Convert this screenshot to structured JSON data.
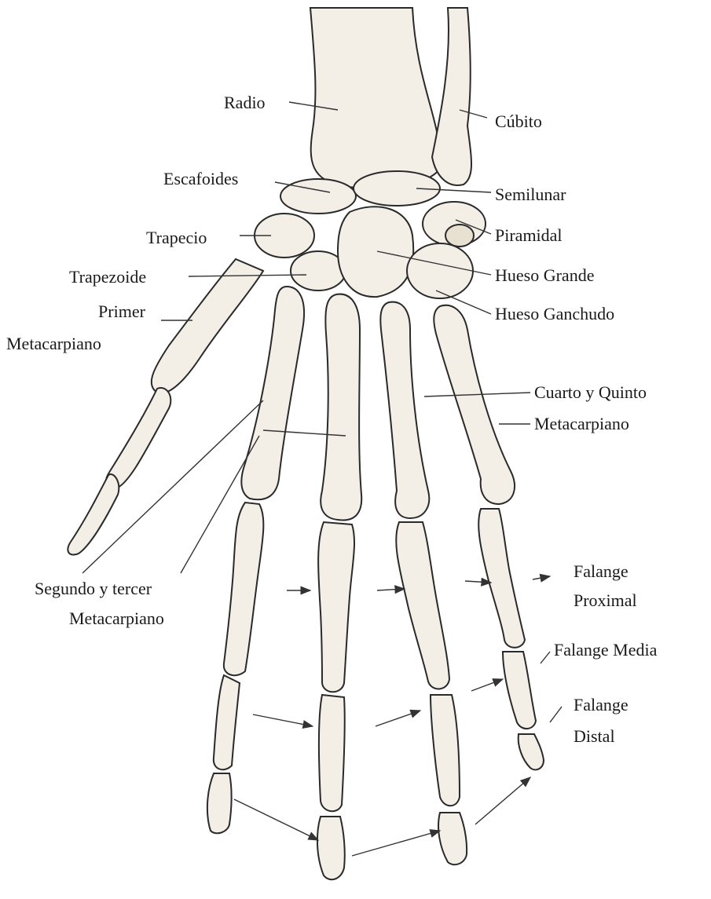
{
  "labels": {
    "radio": "Radio",
    "cubito": "Cúbito",
    "escafoides": "Escafoides",
    "semilunar": "Semilunar",
    "trapecio": "Trapecio",
    "piramidal": "Piramidal",
    "trapezoide": "Trapezoide",
    "hueso_grande": "Hueso Grande",
    "primer_1": "Primer",
    "primer_2": "Metacarpiano",
    "hueso_ganchudo": "Hueso Ganchudo",
    "cuarto_1": "Cuarto y Quinto",
    "cuarto_2": "Metacarpiano",
    "segundo_1": "Segundo y tercer",
    "segundo_2": "Metacarpiano",
    "prox_1": "Falange",
    "prox_2": "Proximal",
    "media": "Falange Media",
    "distal_1": "Falange",
    "distal_2": "Distal"
  },
  "colors": {
    "ink": "#2a2a2a",
    "bone_fill": "#f3efe6",
    "bone_shade": "#d8d0c0"
  }
}
